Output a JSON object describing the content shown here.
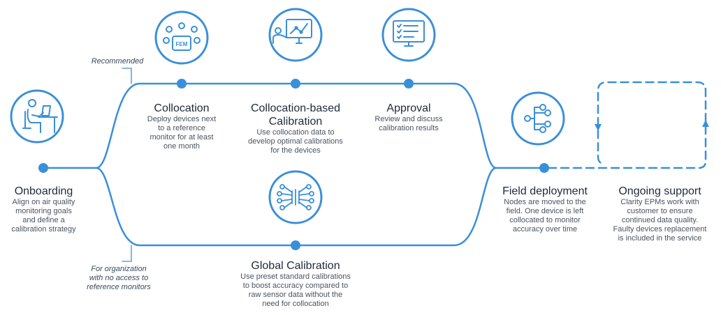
{
  "colors": {
    "accent": "#3a8fd9",
    "icon_ring": "#3a8fd9",
    "title": "#1f2a38",
    "text": "#4a5360"
  },
  "notes": {
    "recommended": "Recommended",
    "no_access": [
      "For organization",
      "with no access to",
      "reference monitors"
    ]
  },
  "steps": {
    "onboarding": {
      "title": "Onboarding",
      "desc": [
        "Align on air quality",
        "monitoring goals",
        "and define a",
        "calibration strategy"
      ],
      "icon": "person-at-desk-icon"
    },
    "collocation": {
      "title": "Collocation",
      "desc": [
        "Deploy devices next",
        "to a reference",
        "monitor for at least",
        "one month"
      ],
      "icon": "fem-sensors-icon",
      "icon_label": "FEM"
    },
    "calibration": {
      "title": [
        "Collocation-based",
        "Calibration"
      ],
      "desc": [
        "Use collocation data to",
        "develop optimal calibrations",
        "for the devices"
      ],
      "icon": "presentation-chart-icon"
    },
    "approval": {
      "title": "Approval",
      "desc": [
        "Review and discuss",
        "calibration results"
      ],
      "icon": "monitor-checklist-icon"
    },
    "global": {
      "title": "Global Calibration",
      "desc": [
        "Use preset standard calibrations",
        "to boost accuracy compared to",
        "raw sensor data without the",
        "need for collocation"
      ],
      "icon": "neural-network-icon"
    },
    "field": {
      "title": "Field deployment",
      "desc": [
        "Nodes are moved to the",
        "field. One device is left",
        "collocated to monitor",
        "accuracy over time"
      ],
      "icon": "node-network-icon"
    },
    "support": {
      "title": "Ongoing support",
      "desc": [
        "Clarity EPMs work with",
        "customer to ensure",
        "continued data quality.",
        "Faulty devices replacement",
        "is included in the service"
      ],
      "icon": "loop-arrows-icon"
    }
  }
}
